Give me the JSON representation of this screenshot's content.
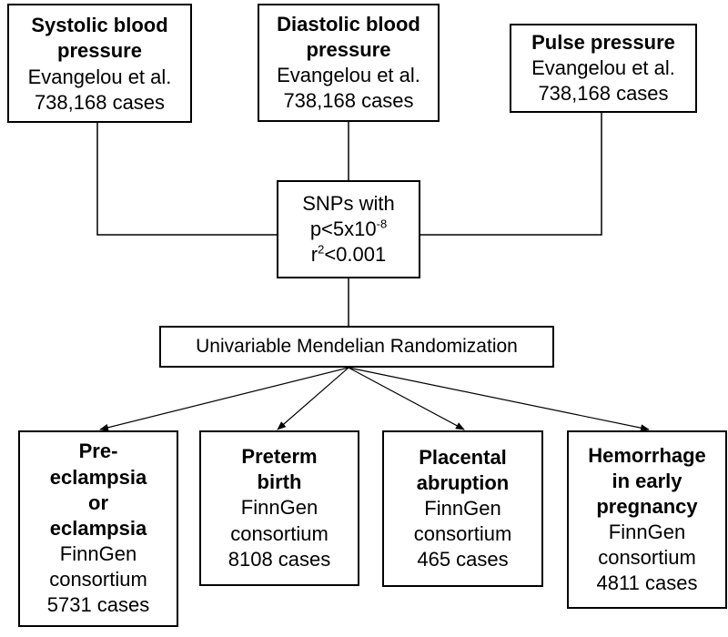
{
  "top_boxes": {
    "systolic": {
      "title_line1": "Systolic blood",
      "title_line2": "pressure",
      "source": "Evangelou et al.",
      "cases": "738,168 cases"
    },
    "diastolic": {
      "title_line1": "Diastolic blood",
      "title_line2": "pressure",
      "source": "Evangelou et al.",
      "cases": "738,168 cases"
    },
    "pulse": {
      "title": "Pulse pressure",
      "source": "Evangelou et al.",
      "cases": "738,168 cases"
    }
  },
  "snp_criteria": {
    "line1": "SNPs with",
    "p_prefix": "p<5x10",
    "p_exponent": "-8",
    "r_prefix": "r",
    "r_exponent": "2",
    "r_suffix": "<0.001"
  },
  "method": {
    "label": "Univariable Mendelian Randomization"
  },
  "outcomes": {
    "preeclampsia": {
      "title_lines": [
        "Pre-",
        "eclampsia",
        "or",
        "eclampsia"
      ],
      "source_line1": "FinnGen",
      "source_line2": "consortium",
      "cases": "5731 cases"
    },
    "preterm": {
      "title_lines": [
        "Preterm",
        "birth"
      ],
      "source_line1": "FinnGen",
      "source_line2": "consortium",
      "cases": "8108 cases"
    },
    "placental": {
      "title_lines": [
        "Placental",
        "abruption"
      ],
      "source_line1": "FinnGen",
      "source_line2": "consortium",
      "cases": "465 cases"
    },
    "hemorrhage": {
      "title_lines": [
        "Hemorrhage",
        "in early",
        "pregnancy"
      ],
      "source_line1": "FinnGen",
      "source_line2": "consortium",
      "cases": "4811 cases"
    }
  },
  "colors": {
    "line": "#000000",
    "background": "#ffffff"
  }
}
